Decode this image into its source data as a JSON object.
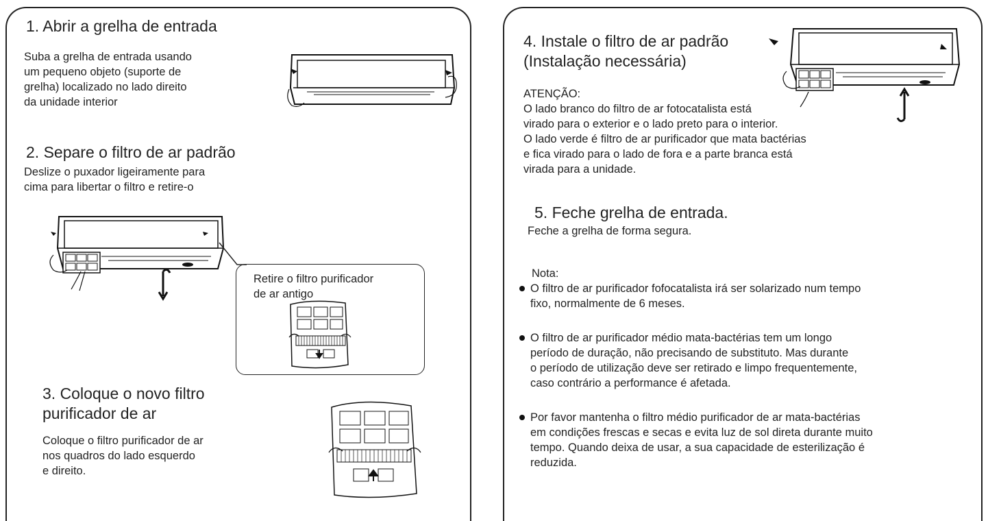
{
  "left": {
    "step1": {
      "title": "1. Abrir a grelha de entrada",
      "lines": [
        "Suba a grelha de entrada usando",
        "um pequeno objeto (suporte de",
        "grelha) localizado no lado direito",
        "da unidade interior"
      ]
    },
    "step2": {
      "title": "2. Separe o filtro de ar padrão",
      "lines": [
        "Deslize o puxador ligeiramente para",
        "cima para libertar o filtro e retire-o"
      ],
      "callout_lines": [
        "Retire o filtro purificador",
        "de ar antigo"
      ]
    },
    "step3": {
      "title_lines": [
        "3. Coloque o novo filtro",
        "purificador de ar"
      ],
      "lines": [
        "Coloque o filtro purificador de ar",
        "nos quadros do lado esquerdo",
        "e direito."
      ]
    }
  },
  "right": {
    "step4": {
      "title_lines": [
        "4. Instale o filtro de ar padrão",
        "(Instalação necessária)"
      ],
      "attention_label": "ATENÇÃO:",
      "lines": [
        "O lado branco do filtro de ar fotocatalista está",
        "virado para o exterior e o lado preto para o interior.",
        "O lado verde é filtro de ar purificador que mata bactérias",
        "e fica virado para o lado de fora e a parte branca está",
        "virada para a unidade."
      ]
    },
    "step5": {
      "title": "5. Feche grelha de entrada.",
      "text": "Feche a grelha de forma segura."
    },
    "note": {
      "label": "Nota:",
      "bullets": [
        [
          "O filtro de ar purificador fofocatalista irá ser solarizado num tempo",
          "fixo, normalmente de 6 meses."
        ],
        [
          "O filtro de ar purificador médio mata-bactérias tem um longo",
          "período de duração, não precisando de substituto. Mas durante",
          "o período de utilização deve ser retirado e limpo frequentemente,",
          "caso contrário a performance é afetada."
        ],
        [
          "Por favor mantenha o filtro médio purificador de ar mata-bactérias",
          "em condições frescas e secas e evita luz de sol direta durante muito",
          "tempo. Quando deixa de usar, a sua capacidade de esterilização é",
          "reduzida."
        ]
      ]
    }
  },
  "icons": [
    "ac-unit-illustration",
    "filter-illustration",
    "hand-icon",
    "arrow-icon"
  ]
}
